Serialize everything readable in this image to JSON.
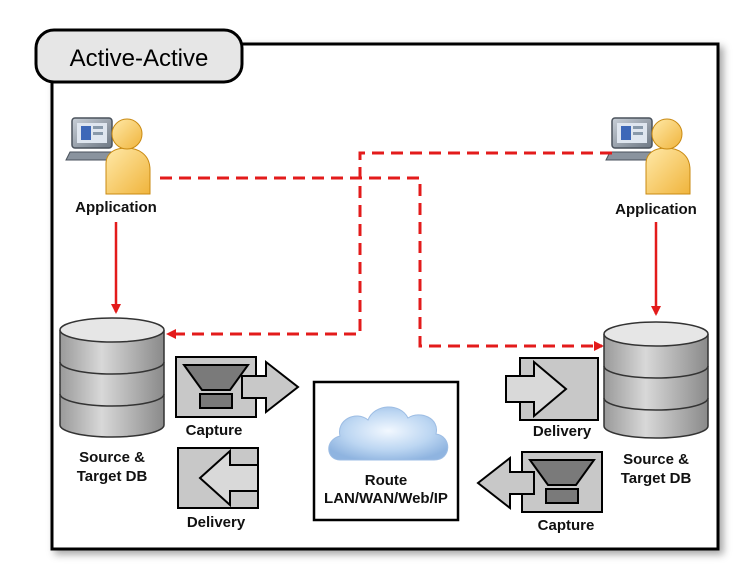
{
  "title": "Active-Active",
  "left_application_label": "Application",
  "right_application_label": "Application",
  "left_db_label": [
    "Source &",
    "Target DB"
  ],
  "right_db_label": [
    "Source &",
    "Target DB"
  ],
  "left_capture_label": "Capture",
  "left_delivery_label": "Delivery",
  "right_delivery_label": "Delivery",
  "right_capture_label": "Capture",
  "route_label": [
    "Route",
    "LAN/WAN/Web/IP"
  ],
  "colors": {
    "arrow": "#e31b1b",
    "frame": "#000000",
    "tab_fill": "#e6e6e6",
    "block_fill": "#c8c8c8",
    "db_fill": "#bdbdbd"
  },
  "icons": [
    "user-computer-icon",
    "database-icon",
    "capture-icon",
    "delivery-icon",
    "cloud-icon"
  ]
}
